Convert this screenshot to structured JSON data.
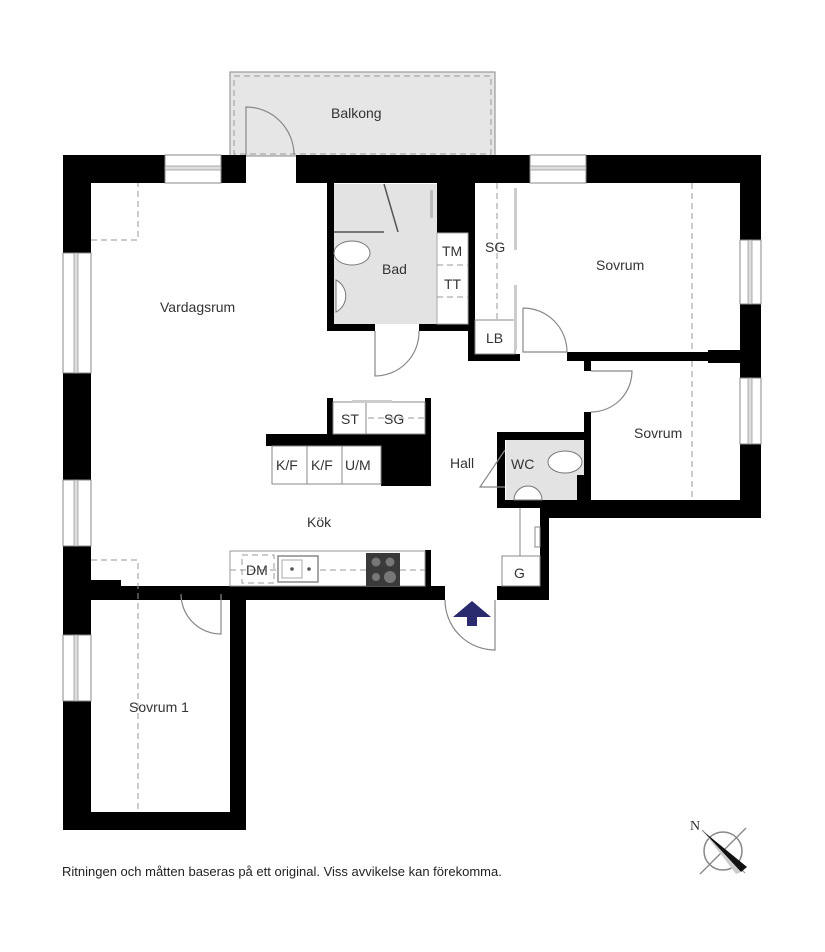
{
  "plan": {
    "rooms": {
      "balkong": "Balkong",
      "vardagsrum": "Vardagsrum",
      "bad": "Bad",
      "sovrum_top": "Sovrum",
      "sovrum_mid": "Sovrum",
      "hall": "Hall",
      "wc": "WC",
      "kok": "Kök",
      "sovrum_1": "Sovrum 1"
    },
    "fixtures": {
      "tm": "TM",
      "tt": "TT",
      "sg_bedroom": "SG",
      "lb": "LB",
      "st": "ST",
      "sg_hall": "SG",
      "kf1": "K/F",
      "kf2": "K/F",
      "um": "U/M",
      "dm": "DM",
      "g": "G"
    },
    "compass": {
      "north_label": "N"
    },
    "colors": {
      "wall": "#000000",
      "wet_area": "#e3e3e3",
      "entrance_arrow": "#2a2a6e"
    }
  },
  "footer": {
    "disclaimer": "Ritningen och måtten baseras på ett original. Viss avvikelse kan förekomma."
  }
}
